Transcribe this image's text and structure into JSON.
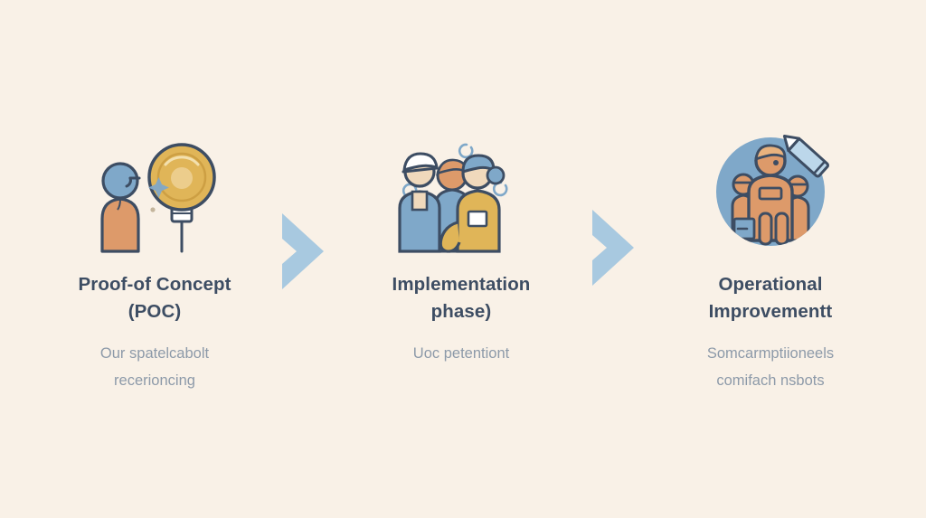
{
  "page": {
    "background_color": "#f9f1e7",
    "type": "process-flow-infographic",
    "title_color": "#3d4d63",
    "subtitle_color": "#8d9aa9",
    "accent_blue": "#a8c9e0",
    "icon_blue": "#7fa8c9",
    "icon_orange": "#dd9a6a",
    "icon_gold": "#e0b558",
    "icon_outline": "#3d4d63"
  },
  "steps": [
    {
      "id": "proof-of-concept",
      "icon_name": "person-with-lightbulb-icon",
      "title_lines": [
        "Proof-of Concept",
        "(POC)"
      ],
      "subtitle_lines": [
        "Our spatelcabolt",
        "recerioncing"
      ]
    },
    {
      "id": "implementation-phase",
      "icon_name": "team-of-workers-icon",
      "title_lines": [
        "Implementation",
        "phase)"
      ],
      "subtitle_lines": [
        "Uoc petentiont",
        ""
      ]
    },
    {
      "id": "operational-improvement",
      "icon_name": "team-in-circle-with-pencil-icon",
      "title_lines": [
        "Operational",
        "Improvementt"
      ],
      "subtitle_lines": [
        "Somcarmptiioneels",
        "comifach nsbots"
      ]
    }
  ],
  "connectors": [
    {
      "id": "connector-1",
      "icon_name": "chevron-right-icon"
    },
    {
      "id": "connector-2",
      "icon_name": "chevron-right-icon"
    }
  ]
}
